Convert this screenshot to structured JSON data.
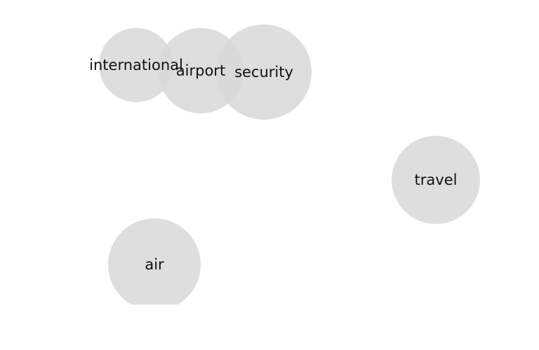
{
  "diagram": {
    "type": "bubble-cloud",
    "bubble_color": "#d9d9d9",
    "text_color": "#111111",
    "nodes": [
      {
        "label": "international"
      },
      {
        "label": "airport"
      },
      {
        "label": "security"
      },
      {
        "label": "travel"
      },
      {
        "label": "air"
      }
    ]
  }
}
